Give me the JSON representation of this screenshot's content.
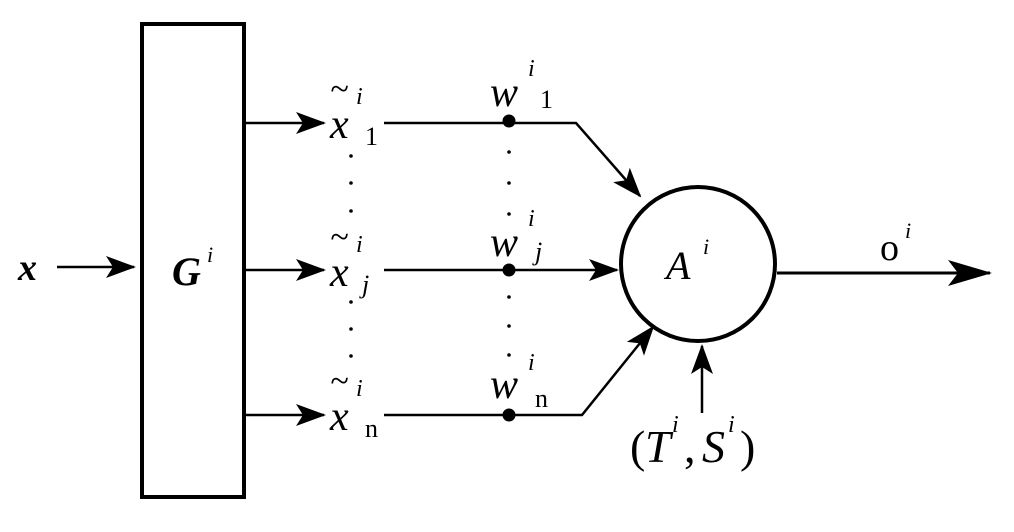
{
  "input": {
    "symbol": "x"
  },
  "transform_block": {
    "symbol": "G",
    "superscript": "i"
  },
  "features": [
    {
      "base": "x",
      "tilde": "~",
      "superscript": "i",
      "subscript": "1"
    },
    {
      "base": "x",
      "tilde": "~",
      "superscript": "i",
      "subscript": "j"
    },
    {
      "base": "x",
      "tilde": "~",
      "superscript": "i",
      "subscript": "n"
    }
  ],
  "weights": [
    {
      "base": "w",
      "superscript": "i",
      "subscript": "1"
    },
    {
      "base": "w",
      "superscript": "i",
      "subscript": "j"
    },
    {
      "base": "w",
      "superscript": "i",
      "subscript": "n"
    }
  ],
  "aggregator": {
    "symbol": "A",
    "superscript": "i"
  },
  "parameters": {
    "open": "(",
    "t": "T",
    "t_sup": "i",
    "comma": ",",
    "s": "S",
    "s_sup": "i",
    "close": ")"
  },
  "output": {
    "symbol": "o",
    "superscript": "i"
  },
  "colors": {
    "stroke": "#000000",
    "background": "#ffffff"
  }
}
